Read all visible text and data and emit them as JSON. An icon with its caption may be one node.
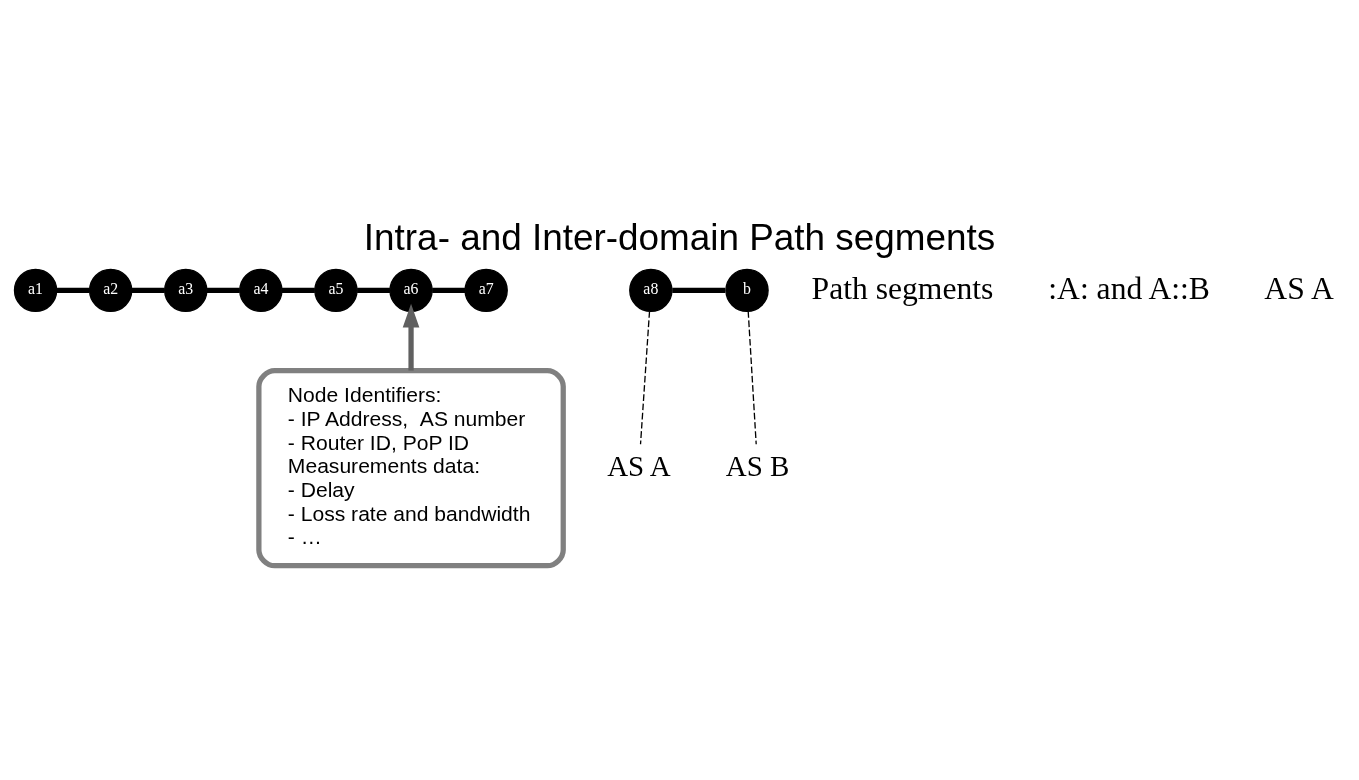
{
  "diagram": {
    "title": "Intra- and Inter-domain Path segments",
    "nodes": [
      {
        "text": [
          "a1"
        ]
      },
      {
        "text": [
          "a2"
        ]
      },
      {
        "text": [
          "a3"
        ]
      },
      {
        "text": [
          "a4"
        ]
      },
      {
        "text": [
          "a5"
        ]
      },
      {
        "text": [
          "a6"
        ]
      },
      {
        "text": [
          "a7"
        ]
      },
      {
        "text": [
          "a8"
        ]
      },
      {
        "text": [
          "b"
        ]
      },
      {
        "text": [
          "AS A"
        ]
      },
      {
        "text": [
          "AS B"
        ]
      },
      {
        "text": [
          "Node Identifiers:",
          "- IP Address,  AS number",
          "- Router ID, PoP ID",
          "Measurements data:",
          "- Delay",
          "- Loss rate and bandwidth",
          "- …"
        ]
      }
    ],
    "edges": [
      {
        "from": 0,
        "to": 1,
        "arrow": "none"
      },
      {
        "from": 1,
        "to": 2,
        "arrow": "none"
      },
      {
        "from": 2,
        "to": 3,
        "arrow": "none"
      },
      {
        "from": 3,
        "to": 4,
        "arrow": "none"
      },
      {
        "from": 4,
        "to": 5,
        "arrow": "none"
      },
      {
        "from": 5,
        "to": 6,
        "arrow": "none"
      },
      {
        "from": 7,
        "to": 8,
        "arrow": "none"
      },
      {
        "from": 7,
        "to": 9,
        "arrow": "none",
        "style": "dashed"
      },
      {
        "from": 8,
        "to": 10,
        "arrow": "none",
        "style": "dashed"
      },
      {
        "from": 11,
        "to": 5,
        "arrow": "to",
        "color": "#606060"
      }
    ],
    "labels": [
      "Path segments",
      ":A: and A::B",
      "AS A"
    ]
  }
}
